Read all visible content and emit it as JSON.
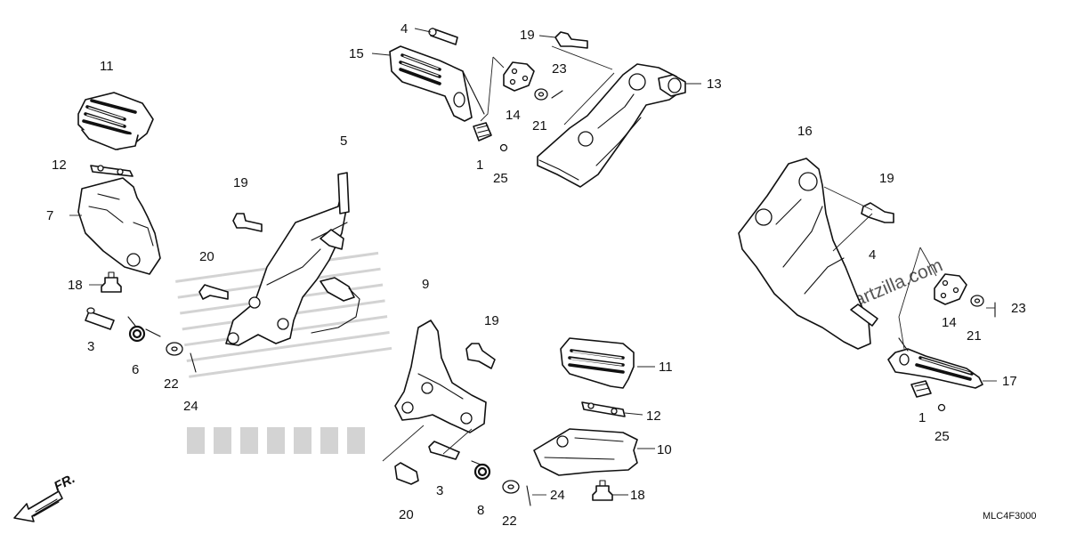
{
  "diagram": {
    "diagram_code": "MLC4F3000",
    "direction_label": "FR.",
    "watermark": "Partzilla.com",
    "watermark_symbol": "©",
    "callouts": {
      "c1a": "1",
      "c1b": "1",
      "c3a": "3",
      "c3b": "3",
      "c4a": "4",
      "c4b": "4",
      "c5": "5",
      "c6": "6",
      "c7": "7",
      "c8": "8",
      "c9": "9",
      "c10": "10",
      "c11a": "11",
      "c11b": "11",
      "c12a": "12",
      "c12b": "12",
      "c13": "13",
      "c14a": "14",
      "c14b": "14",
      "c15": "15",
      "c16": "16",
      "c17": "17",
      "c18a": "18",
      "c18b": "18",
      "c19a": "19",
      "c19b": "19",
      "c19c": "19",
      "c19d": "19",
      "c20a": "20",
      "c20b": "20",
      "c21a": "21",
      "c21b": "21",
      "c22a": "22",
      "c22b": "22",
      "c23a": "23",
      "c23b": "23",
      "c24a": "24",
      "c24b": "24",
      "c25a": "25",
      "c25b": "25"
    }
  }
}
